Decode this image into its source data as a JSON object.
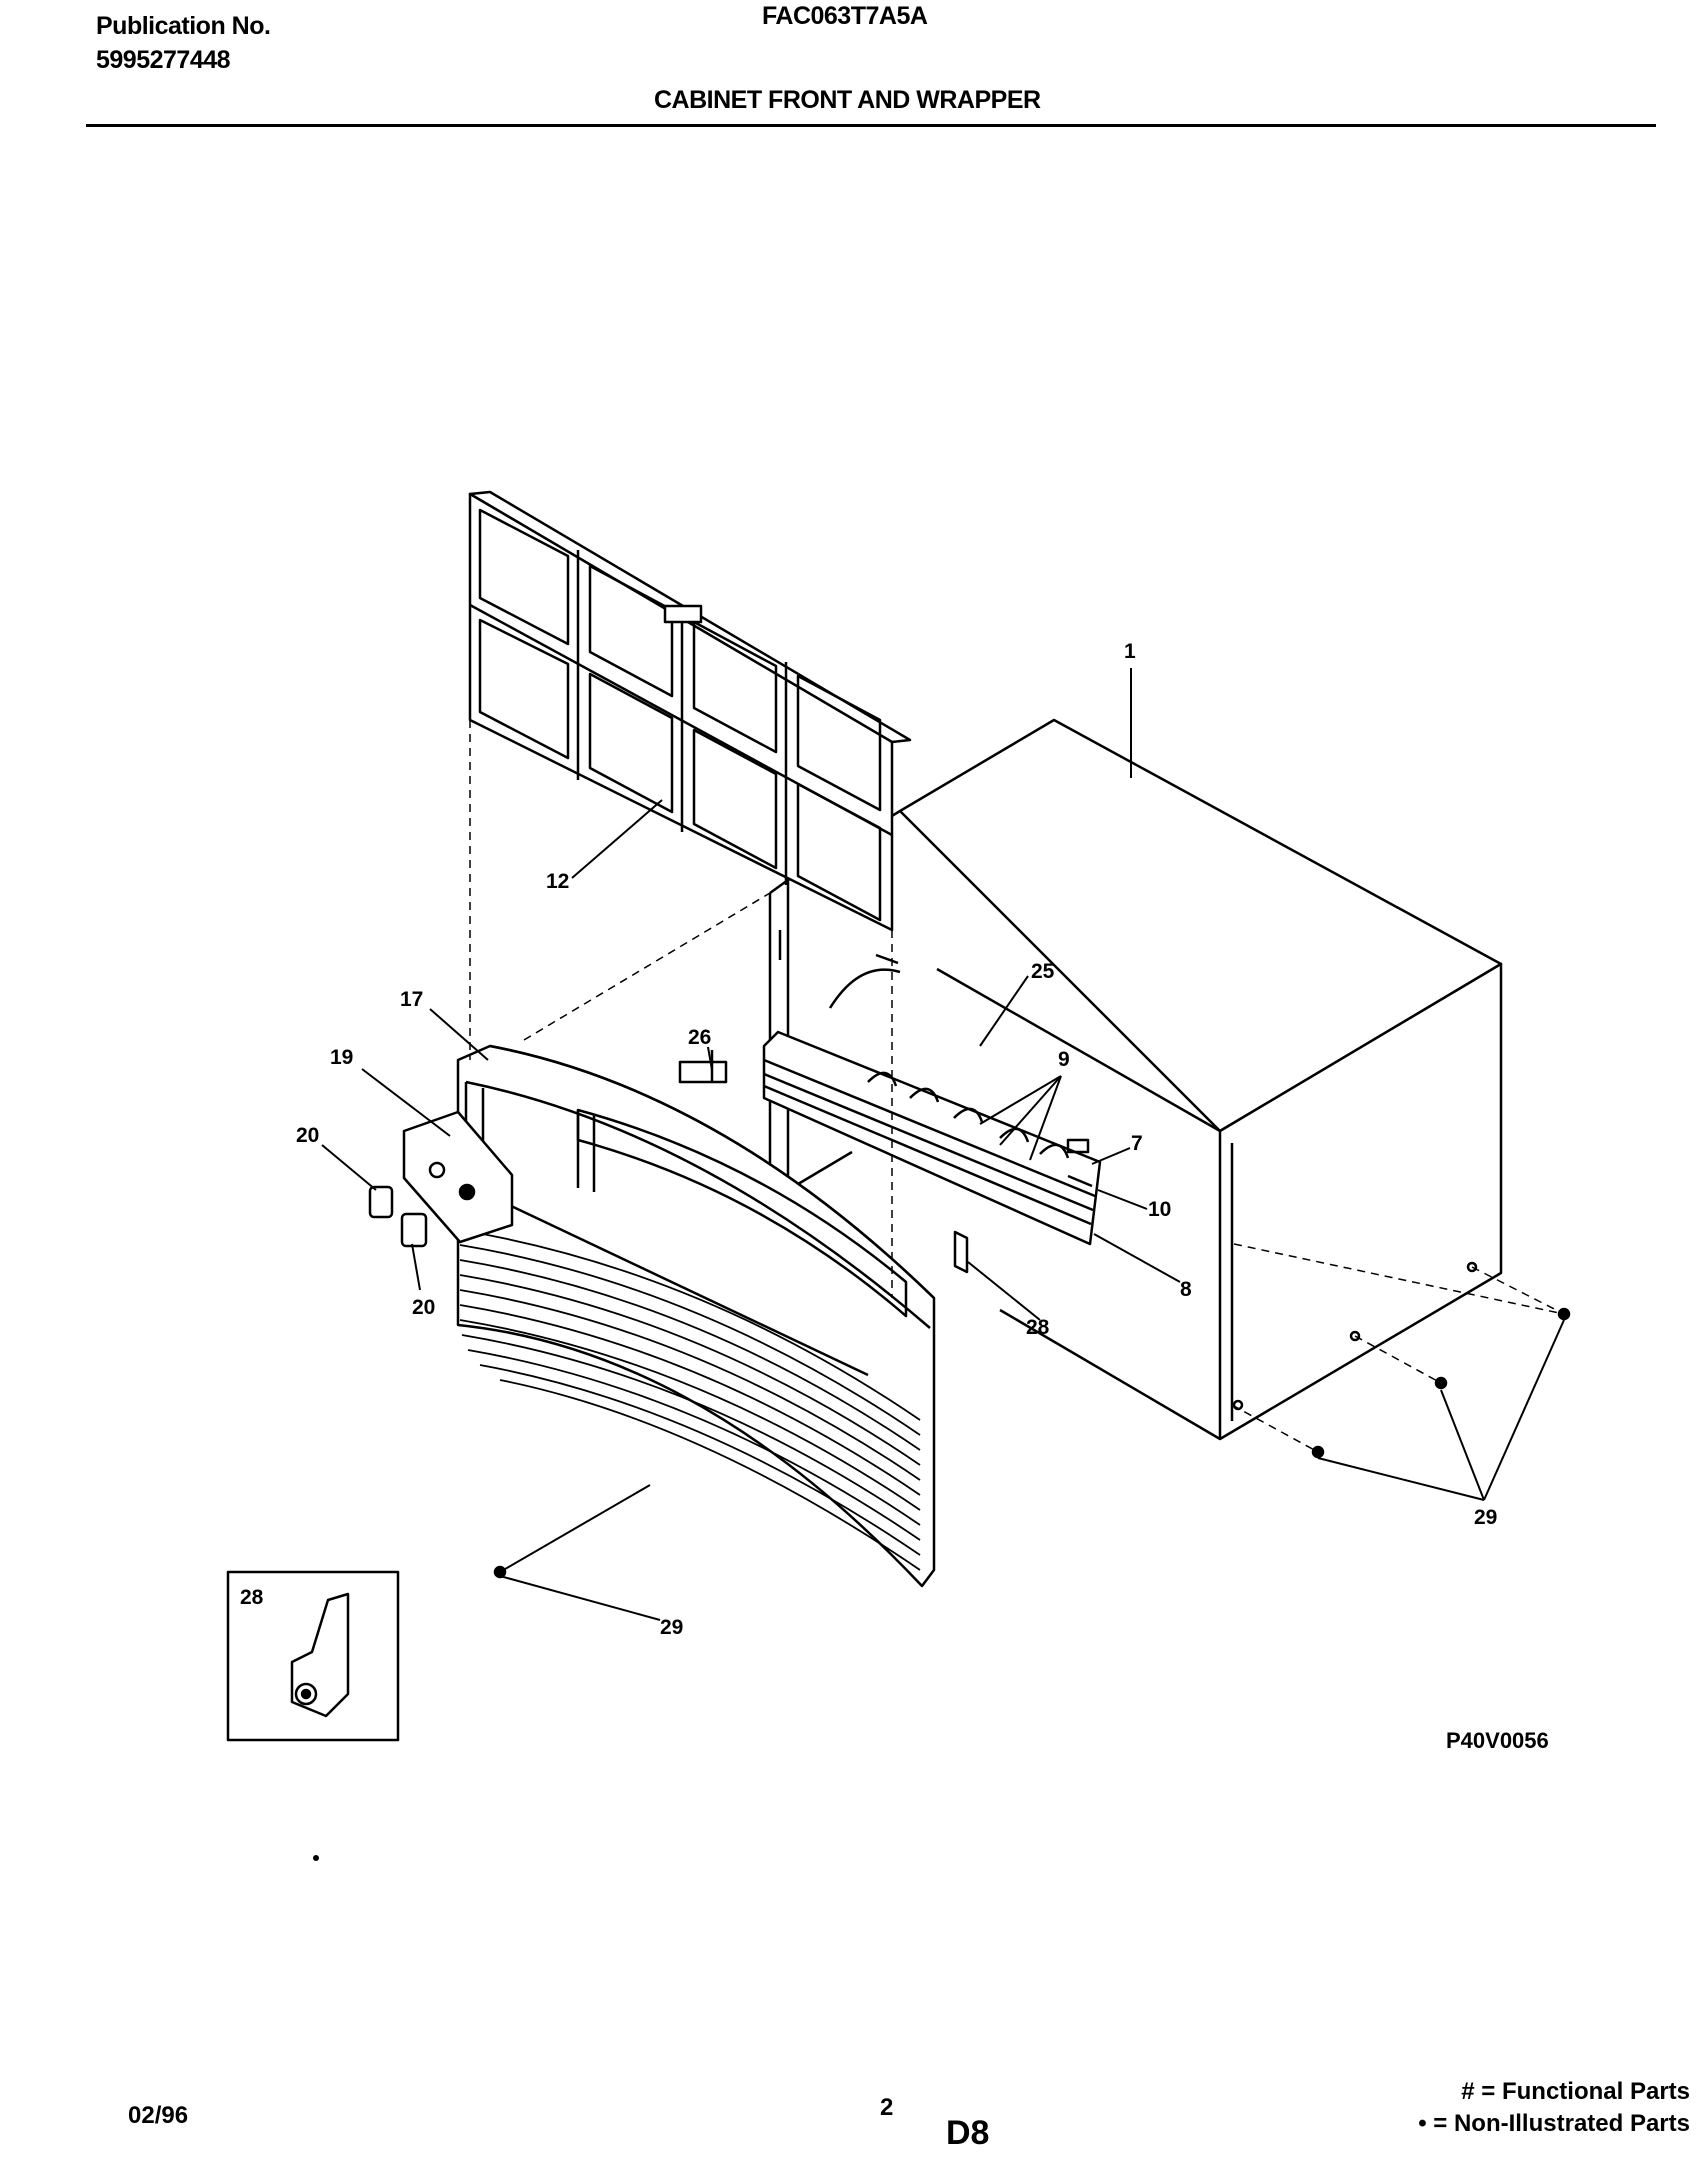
{
  "header": {
    "publication_label": "Publication No.",
    "publication_number": "5995277448",
    "model": "FAC063T7A5A",
    "section_title": "CABINET FRONT AND WRAPPER"
  },
  "diagram": {
    "callouts": [
      "1",
      "12",
      "25",
      "9",
      "26",
      "17",
      "19",
      "20",
      "20",
      "7",
      "10",
      "8",
      "28",
      "29",
      "29",
      "28"
    ],
    "figure_code": "P40V0056"
  },
  "footer": {
    "date": "02/96",
    "page_number": "2",
    "page_code": "D8",
    "legend": [
      {
        "symbol": "#",
        "text": "= Functional Parts"
      },
      {
        "symbol": "•",
        "text": "= Non-Illustrated Parts"
      }
    ]
  }
}
